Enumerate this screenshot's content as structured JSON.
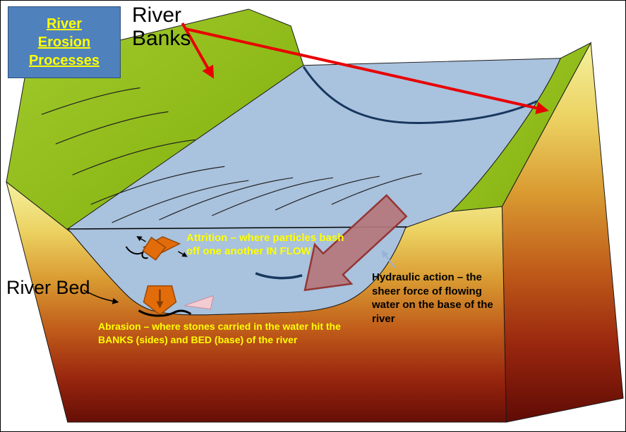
{
  "slide": {
    "title": "River\nErosion\nProcesses",
    "labels": {
      "river_banks": "River\nBanks",
      "river_bed": "River Bed"
    },
    "annotations": {
      "attrition": "Attrition – where particles bash\noff one another IN FLOW",
      "abrasion": "Abrasion – where stones carried in the water hit the\nBANKS (sides) and BED (base) of the river",
      "hydraulic": "Hydraulic action – the\nsheer force of flowing\nwater on the base of the\nriver"
    },
    "colors": {
      "title_box_fill": "#4f81bd",
      "title_text": "#ffff00",
      "grass_green": "#90ba1a",
      "water_blue": "#a9c2de",
      "soil_top": "#f5f2a0",
      "soil_bottom": "#5f0b05",
      "annotation_yellow": "#ffff00",
      "pointer_red": "#e80000",
      "flow_arrow_fill": "#b4777b",
      "flow_arrow_stroke": "#943634",
      "meander_line": "#17375e",
      "stone_orange": "#e36c0a"
    }
  }
}
